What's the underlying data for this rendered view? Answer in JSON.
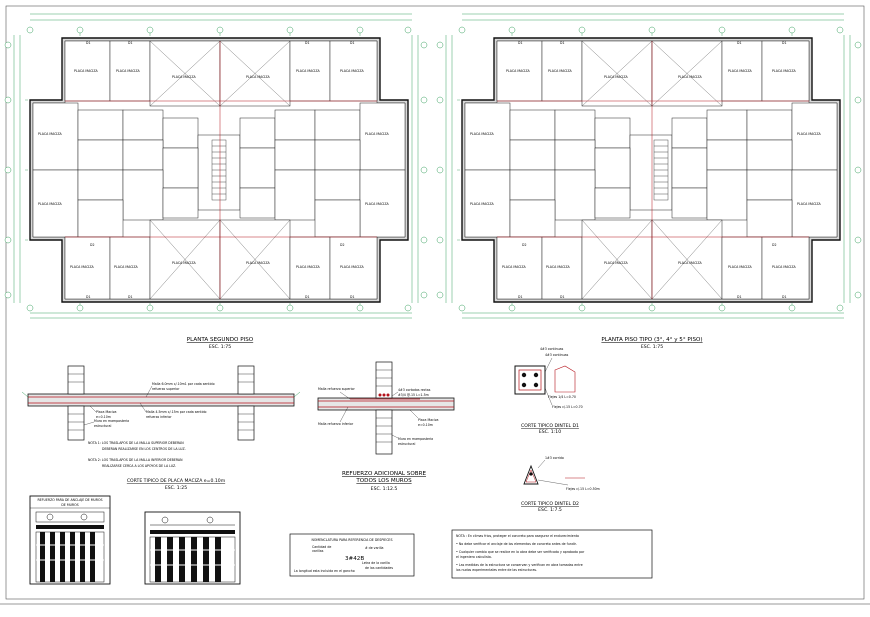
{
  "plans": [
    {
      "title": "PLANTA SEGUNDO PISO",
      "scale": "ESC. 1:75"
    },
    {
      "title": "PLANTA PISO TIPO (3°, 4° y 5° PISO)",
      "scale": "ESC. 1:75"
    }
  ],
  "room_labels": {
    "placa_maciza": "PLACA MACIZA",
    "d1": "D1",
    "d2": "D2"
  },
  "slab_detail": {
    "title": "CORTE TIPICO DE PLACA MACIZA e=0.10m",
    "scale": "ESC. 1:25",
    "callout_top": "Malla 6.0mm c/.10m1 por cada sentido",
    "callout_top2": "refuerzo superior",
    "callout_mid": "Malla 4.5mm c/.15m por cada sentido",
    "callout_mid2": "refuerzo inferior",
    "callout_placa": "Placa Maciza",
    "callout_placa2": "e=0.10m",
    "callout_muro": "Muro en mamposteria",
    "callout_muro2": "estructural",
    "nota1": "NOTA 1: LOS TRASLAPOS DE LA MALLA SUPERIOR DEBERAN",
    "nota1b": "DEBERAN REALIZARSE EN LOS CENTROS DE LA LUZ.",
    "nota2": "NOTA 2: LOS TRASLAPOS DE LA MALLA INFERIOR DEBERAN",
    "nota2b": "REALIZARSE CERCA A LOS APOYOS DE LA LUZ."
  },
  "reinforcement_detail": {
    "title": "REFUERZO ADICIONAL SOBRE",
    "title2": "TODOS LOS MUROS",
    "scale": "ESC. 1:12.5",
    "callout_a": "Malla refuerzo superior",
    "callout_b": "Malla refuerzo inferior",
    "callout_c": "Placa Maciza",
    "callout_c2": "e=0.10m",
    "callout_d": "Muro en mamposteria",
    "callout_d2": "estructural",
    "callout_e": "4#3 cortadas rectas",
    "callout_e2": "#3/4 @.15 L=1.5m"
  },
  "dintel_d1": {
    "title": "CORTE TIPICO DINTEL D1",
    "scale": "ESC. 1:10",
    "callout_a": "4#3 continuas",
    "callout_b": "Flejes 1/4 L=0.70",
    "callout_c": "4#3 continuas",
    "callout_d": "Flejes c/.15 L=0.70"
  },
  "dintel_d2": {
    "title": "CORTE TIPICO DINTEL D2",
    "scale": "ESC. 1:7.5",
    "callout_a": "1#3 corrido",
    "callout_b": "Flejes c/.15 L=0.50m"
  },
  "details": {
    "anchor_title": "REFUERZO PARA DE ANCLAJE DE MUROS",
    "anchor_sub": "DE MUROS"
  },
  "nomenclature": {
    "title": "NOMENCLATURA PARA REFERENCIA DE DESPIECES",
    "label_cantidad": "Cantidad de",
    "label_cantidad2": "varillas",
    "label_diam": "# de varilla",
    "formula": "3#42B",
    "label_letra": "Letra de la varilla",
    "label_largo": "La longitud esta incluida en el gancho",
    "label_plan": "de las cantidades"
  },
  "general_notes": {
    "n0": "NOTA : En climas frios, proteger el concreto para asegurar el endurecimiento",
    "n1": "• No debe verificar el anclaje de los elementos de concreto antes de fundir.",
    "n2": "• Cualquier cambio que se realice en la obra debe ser verificado y aprobado por",
    "n2b": "  el ingeniero calculista.",
    "n3": "• Las medidas de la estructura se conservan y verifican en obra tomadas entre",
    "n3b": "  los nudos experimentales entre de las estructuras."
  },
  "colors": {
    "dimension": "#0a8a3a",
    "rebar": "#b5121b",
    "wall": "#111111"
  }
}
